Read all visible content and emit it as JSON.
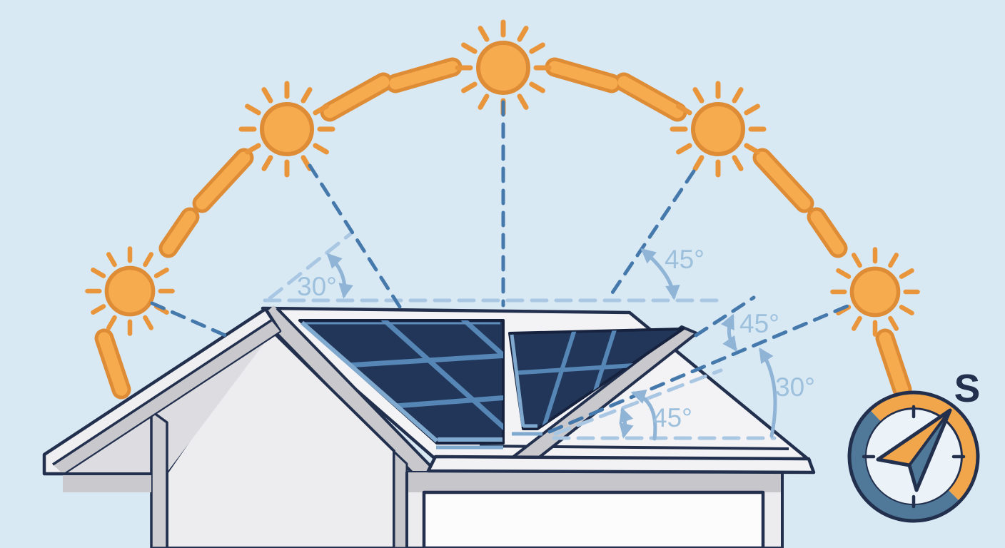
{
  "diagram": {
    "labels": {
      "angle_left_pitch": "30°",
      "angle_sun_west": "45°",
      "angle_panel_vs_sun": "45°",
      "angle_sun_low": "30°",
      "angle_panel_tilt": "45°"
    },
    "compass": {
      "south": "S"
    },
    "suns_count": 5,
    "colors": {
      "background": "#D9E9F4",
      "sun_fill": "#F6AB4E",
      "sun_outline": "#DE8C35",
      "sun_rays": "#E8953C",
      "panel_cell": "#223659",
      "panel_grid": "#5586B5",
      "panel_frame": "#7FA9CE",
      "guide_dark_dash": "#4579AC",
      "guide_light_dash": "#A9C7E3",
      "arrow": "#8FB4D6",
      "annotation_text": "#9DC0DD",
      "outline": "#22304E",
      "roof_white": "#F3F3F6",
      "wall_gray": "#ECECEF",
      "fascia_gray": "#C8C8CD",
      "compass_blue": "#4F7899",
      "compass_orange": "#F2A64C"
    }
  }
}
